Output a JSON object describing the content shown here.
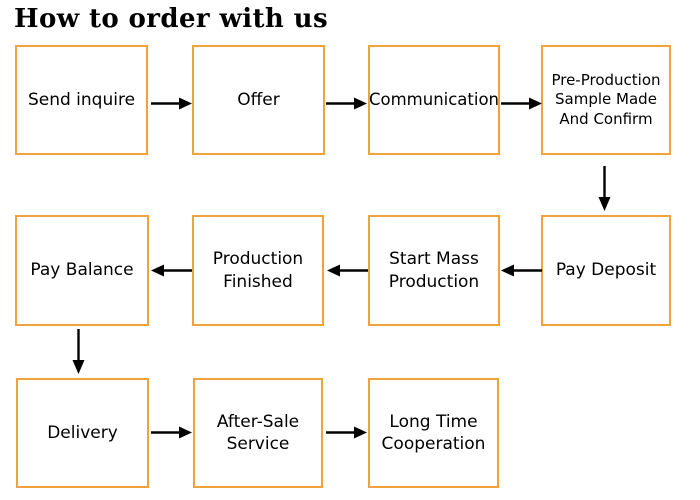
{
  "title": "How to order with us",
  "colors": {
    "box_border": "#F0A33C",
    "box_fill": "#FFFFFF",
    "arrow": "#000000",
    "text": "#000000",
    "background": "#FFFFFF"
  },
  "diagram": {
    "boxes": [
      {
        "id": "send-inquire",
        "label": "Send inquire"
      },
      {
        "id": "offer",
        "label": "Offer"
      },
      {
        "id": "communication",
        "label": "Communication"
      },
      {
        "id": "pre-production-sample",
        "label": "Pre-Production\nSample Made\nAnd Confirm"
      },
      {
        "id": "pay-balance",
        "label": "Pay Balance"
      },
      {
        "id": "production-finished",
        "label": "Production\nFinished"
      },
      {
        "id": "start-mass-production",
        "label": "Start Mass\nProduction"
      },
      {
        "id": "pay-deposit",
        "label": "Pay Deposit"
      },
      {
        "id": "delivery",
        "label": "Delivery"
      },
      {
        "id": "after-sale-service",
        "label": "After-Sale\nService"
      },
      {
        "id": "long-time-cooperation",
        "label": "Long Time\nCooperation"
      }
    ],
    "arrows": [
      {
        "from": "send-inquire",
        "to": "offer",
        "direction": "right"
      },
      {
        "from": "offer",
        "to": "communication",
        "direction": "right"
      },
      {
        "from": "communication",
        "to": "pre-production-sample",
        "direction": "right"
      },
      {
        "from": "pre-production-sample",
        "to": "pay-deposit",
        "direction": "down"
      },
      {
        "from": "pay-deposit",
        "to": "start-mass-production",
        "direction": "left"
      },
      {
        "from": "start-mass-production",
        "to": "production-finished",
        "direction": "left"
      },
      {
        "from": "production-finished",
        "to": "pay-balance",
        "direction": "left"
      },
      {
        "from": "pay-balance",
        "to": "delivery",
        "direction": "down"
      },
      {
        "from": "delivery",
        "to": "after-sale-service",
        "direction": "right"
      },
      {
        "from": "after-sale-service",
        "to": "long-time-cooperation",
        "direction": "right"
      }
    ]
  }
}
